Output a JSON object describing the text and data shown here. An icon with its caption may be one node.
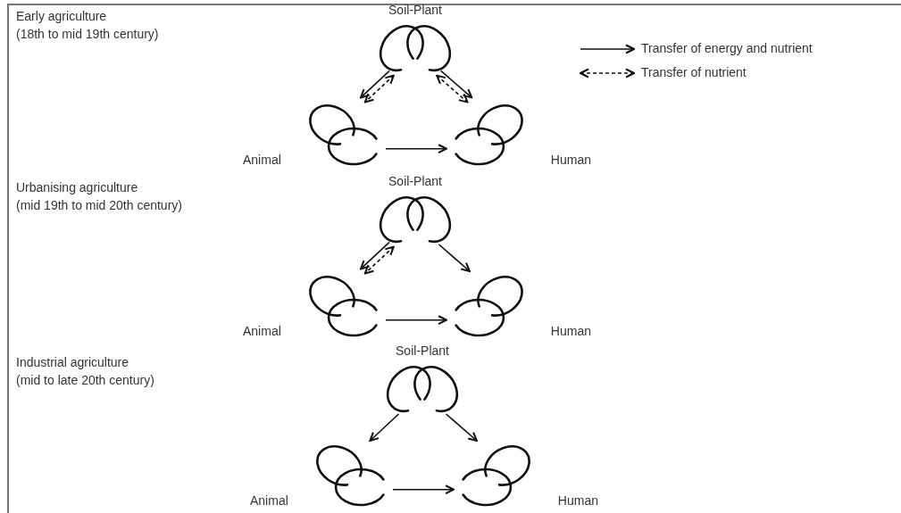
{
  "diagram": {
    "nodes": [
      {
        "text": [
          "Soil-Plant"
        ]
      },
      {
        "text": [
          "Animal"
        ]
      },
      {
        "text": [
          "Human"
        ]
      },
      {
        "text": [
          "Soil-Plant"
        ]
      },
      {
        "text": [
          "Animal"
        ]
      },
      {
        "text": [
          "Human"
        ]
      },
      {
        "text": [
          "Soil-Plant"
        ]
      },
      {
        "text": [
          "Animal"
        ]
      },
      {
        "text": [
          "Human"
        ]
      }
    ],
    "edges": [
      {
        "from": 0,
        "to": 1,
        "arrow": "both",
        "style": "dashed"
      },
      {
        "from": 0,
        "to": 1,
        "arrow": "to"
      },
      {
        "from": 0,
        "to": 2,
        "arrow": "to"
      },
      {
        "from": 0,
        "to": 2,
        "arrow": "both",
        "style": "dashed"
      },
      {
        "from": 1,
        "to": 2,
        "arrow": "to"
      },
      {
        "from": 3,
        "to": 4,
        "arrow": "both",
        "style": "dashed"
      },
      {
        "from": 3,
        "to": 4,
        "arrow": "to"
      },
      {
        "from": 3,
        "to": 5,
        "arrow": "to"
      },
      {
        "from": 4,
        "to": 5,
        "arrow": "to"
      },
      {
        "from": 6,
        "to": 7,
        "arrow": "to"
      },
      {
        "from": 6,
        "to": 8,
        "arrow": "to"
      },
      {
        "from": 7,
        "to": 8,
        "arrow": "to"
      }
    ],
    "labels": [
      "Early agriculture",
      "(18th to mid 19th century)",
      "Urbanising agriculture",
      "(mid 19th to mid 20th century)",
      "Industrial agriculture",
      "(mid to late 20th century)"
    ],
    "legend": [
      {
        "text": "Transfer of energy and nutrient"
      },
      {
        "text": "Transfer of nutrient"
      }
    ]
  }
}
